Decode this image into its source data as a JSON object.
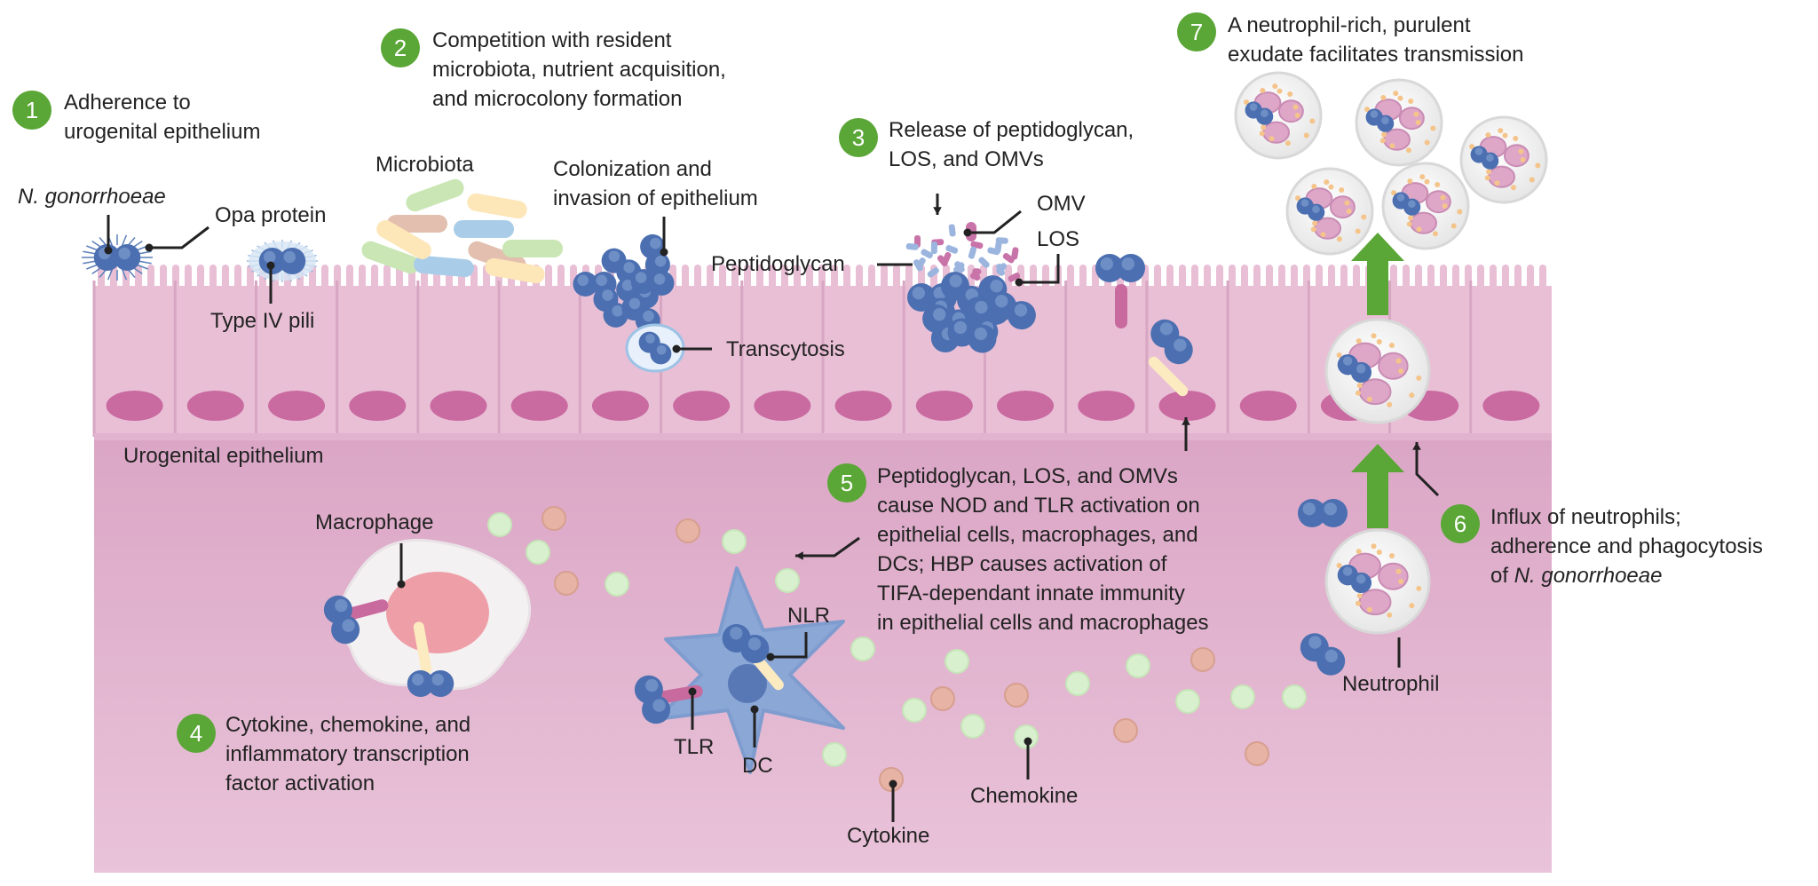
{
  "colors": {
    "step_badge": "#5aa636",
    "epithelium": "#e9bfd6",
    "submucosa": "#dba7c6",
    "nucleus": "#c96aa0",
    "bacterium": "#4b6fb0",
    "arrow_green": "#5aa636"
  },
  "steps": [
    {
      "num": "1",
      "lines": [
        "Adherence to",
        "urogenital epithelium"
      ]
    },
    {
      "num": "2",
      "lines": [
        "Competition with resident",
        "microbiota, nutrient acquisition,",
        "and microcolony formation"
      ]
    },
    {
      "num": "3",
      "lines": [
        "Release of peptidoglycan,",
        "LOS, and OMVs"
      ]
    },
    {
      "num": "4",
      "lines": [
        "Cytokine, chemokine, and",
        "inflammatory transcription",
        "factor activation"
      ]
    },
    {
      "num": "5",
      "lines": [
        "Peptidoglycan, LOS, and OMVs",
        "cause NOD and TLR activation on",
        "epithelial cells, macrophages, and",
        "DCs; HBP causes activation of",
        "TIFA-dependant innate immunity",
        "in epithelial cells and macrophages"
      ]
    },
    {
      "num": "6",
      "lines": [
        "Influx of neutrophils;",
        "adherence and phagocytosis",
        "of "
      ],
      "italic_tail": "N. gonorrhoeae"
    },
    {
      "num": "7",
      "lines": [
        "A neutrophil-rich, purulent",
        "exudate facilitates transmission"
      ]
    }
  ],
  "labels": {
    "n_gonorrhoeae": "N. gonorrhoeae",
    "opa_protein": "Opa protein",
    "type_iv_pili": "Type IV pili",
    "microbiota": "Microbiota",
    "colonization": [
      "Colonization and",
      "invasion of epithelium"
    ],
    "transcytosis": "Transcytosis",
    "peptidoglycan": "Peptidoglycan",
    "omv": "OMV",
    "los": "LOS",
    "urogenital_epithelium": "Urogenital epithelium",
    "macrophage": "Macrophage",
    "nlr": "NLR",
    "tlr": "TLR",
    "dc": "DC",
    "cytokine": "Cytokine",
    "chemokine": "Chemokine",
    "neutrophil": "Neutrophil"
  }
}
